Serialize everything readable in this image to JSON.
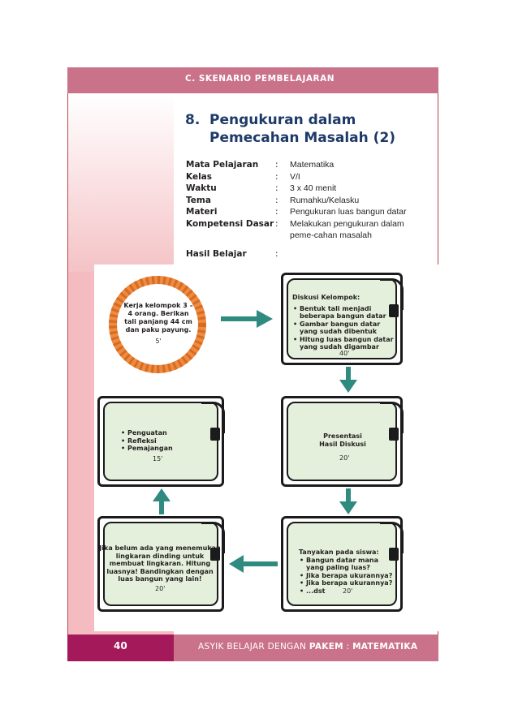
{
  "header": {
    "title": "C. SKENARIO PEMBELAJARAN"
  },
  "lesson": {
    "number": "8.",
    "title_line1": "Pengukuran dalam",
    "title_line2": "Pemecahan Masalah (2)"
  },
  "info": [
    {
      "label": "Mata Pelajaran",
      "sep": ":",
      "value": "Matematika"
    },
    {
      "label": "Kelas",
      "sep": ":",
      "value": "V/I"
    },
    {
      "label": "Waktu",
      "sep": ":",
      "value": "3 x 40 menit"
    },
    {
      "label": "Tema",
      "sep": ":",
      "value": "Rumahku/Kelasku"
    },
    {
      "label": "Materi",
      "sep": ":",
      "value": "Pengukuran luas bangun datar"
    },
    {
      "label": "Kompetensi Dasar",
      "sep": ":",
      "value": "Melakukan pengukuran dalam peme-cahan masalah"
    },
    {
      "label": "Hasil Belajar",
      "sep": ":",
      "value": ""
    }
  ],
  "steps": {
    "rope": {
      "text": "Kerja kelompok 3 – 4 orang. Berikan tali panjang 44 cm dan paku payung.",
      "time": "5'"
    },
    "diskusi": {
      "title": "Diskusi Kelompok:",
      "items": [
        "Bentuk tali menjadi beberapa bangun datar",
        "Gambar bangun datar yang sudah dibentuk",
        "Hitung luas bangun datar yang sudah digambar"
      ],
      "time": "40'"
    },
    "penguatan": {
      "items": [
        "Penguatan",
        "Refleksi",
        "Pemajangan"
      ],
      "time": "15'"
    },
    "presentasi": {
      "line1": "Presentasi",
      "line2": "Hasil Diskusi",
      "time": "20'"
    },
    "lingkaran": {
      "text": "Jika belum ada yang menemukan lingkaran dinding untuk membuat lingkaran. Hitung luasnya! Bandingkan dengan luas bangun yang lain!",
      "time": "20'"
    },
    "tanyakan": {
      "title": "Tanyakan pada siswa:",
      "items": [
        "Bangun datar mana yang paling luas?",
        "Jika berapa ukurannya?",
        "Jika berapa ukurannya?",
        "...dst"
      ],
      "time": "20'"
    }
  },
  "footer": {
    "page": "40",
    "text_prefix": "ASYIK BELAJAR DENGAN",
    "text_bold1": "PAKEM",
    "text_sep": ":",
    "text_bold2": "MATEMATIKA"
  },
  "colors": {
    "header_pink": "#c9728a",
    "footer_magenta": "#a4195a",
    "arrow_teal": "#2f8a80",
    "card_green": "#e5f0dc",
    "rope_orange": "#f08a3c",
    "title_navy": "#1e3a68"
  }
}
